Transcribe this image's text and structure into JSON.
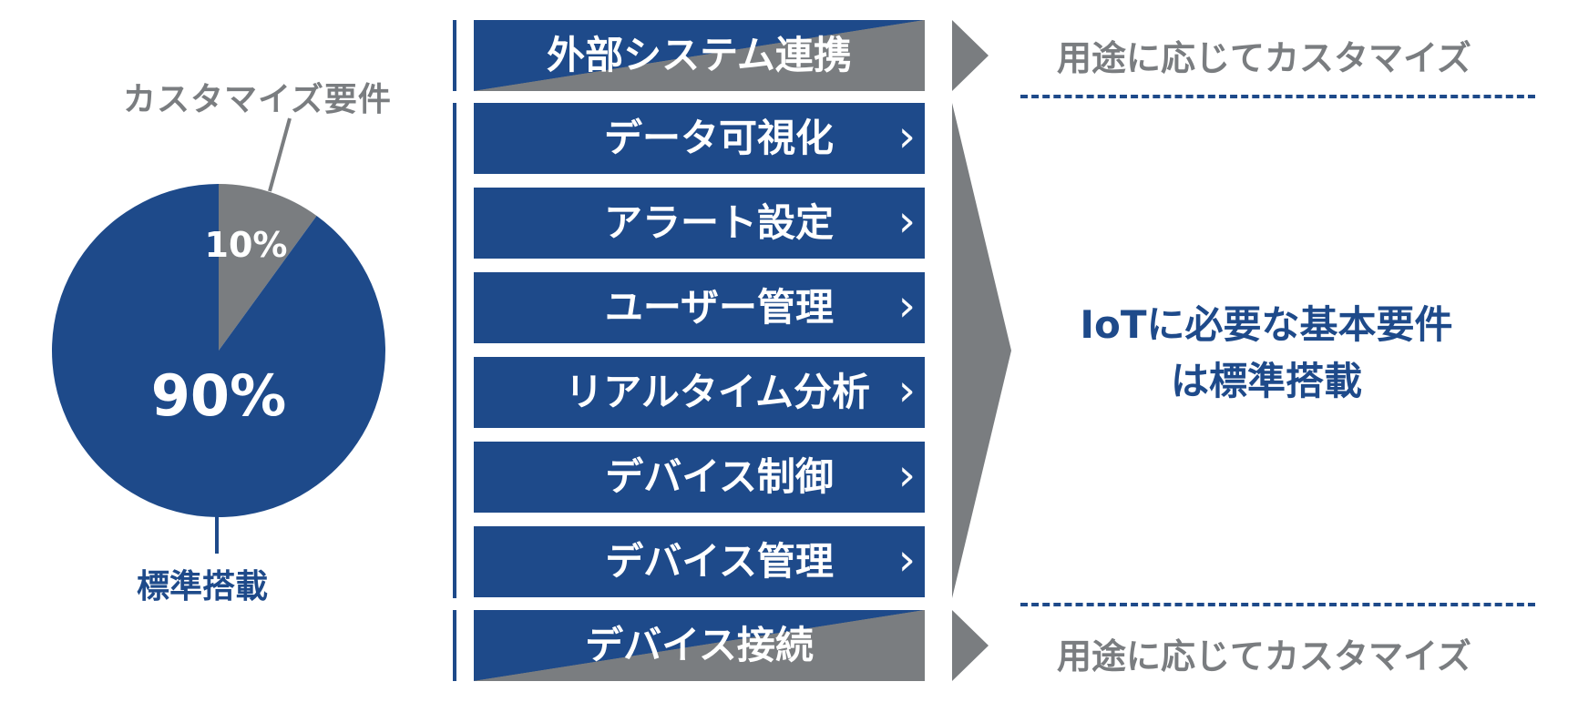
{
  "pie": {
    "custom_label": "カスタマイズ要件",
    "standard_label": "標準搭載",
    "custom_pct": "10%",
    "standard_pct": "90%",
    "colors": {
      "standard": "#1e4a8a",
      "custom": "#7a7d80"
    }
  },
  "chart_data": {
    "type": "pie",
    "categories": [
      "カスタマイズ要件",
      "標準搭載"
    ],
    "values": [
      10,
      90
    ]
  },
  "layers": {
    "top": "外部システム連携",
    "middle": [
      "データ可視化",
      "アラート設定",
      "ユーザー管理",
      "リアルタイム分析",
      "デバイス制御",
      "デバイス管理"
    ],
    "bottom": "デバイス接続"
  },
  "right": {
    "custom_top": "用途に応じてカスタマイズ",
    "custom_bottom": "用途に応じてカスタマイズ",
    "center_line1": "IoTに必要な基本要件",
    "center_line2": "は標準搭載"
  },
  "icons": {
    "row_chevron": "chevron-right-icon",
    "arrow": "triangle-right-icon"
  }
}
